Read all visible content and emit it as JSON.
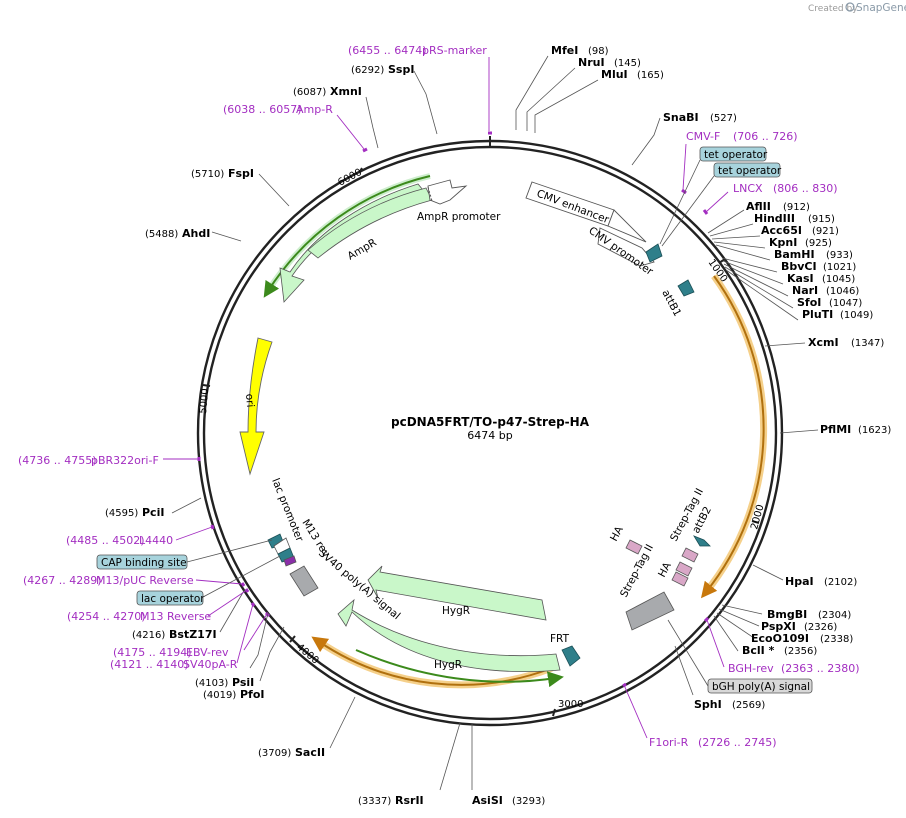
{
  "credit": {
    "prefix": "Created by",
    "brand": "SnapGene"
  },
  "plasmid": {
    "name": "pcDNA5FRT/TO-p47-Strep-HA",
    "length": "6474 bp"
  },
  "ticks": [
    "1000",
    "2000",
    "3000",
    "4000",
    "5000",
    "6000"
  ],
  "sites": [
    {
      "name": "MfeI",
      "pos": "(98)"
    },
    {
      "name": "NruI",
      "pos": "(145)"
    },
    {
      "name": "MluI",
      "pos": "(165)"
    },
    {
      "name": "SnaBI",
      "pos": "(527)"
    },
    {
      "name": "AflII",
      "pos": "(912)"
    },
    {
      "name": "HindIII",
      "pos": "(915)"
    },
    {
      "name": "Acc65I",
      "pos": "(921)"
    },
    {
      "name": "KpnI",
      "pos": "(925)"
    },
    {
      "name": "BamHI",
      "pos": "(933)"
    },
    {
      "name": "BbvCI",
      "pos": "(1021)"
    },
    {
      "name": "KasI",
      "pos": "(1045)"
    },
    {
      "name": "NarI",
      "pos": "(1046)"
    },
    {
      "name": "SfoI",
      "pos": "(1047)"
    },
    {
      "name": "PluTI",
      "pos": "(1049)"
    },
    {
      "name": "XcmI",
      "pos": "(1347)"
    },
    {
      "name": "PflMI",
      "pos": "(1623)"
    },
    {
      "name": "HpaI",
      "pos": "(2102)"
    },
    {
      "name": "BmgBI",
      "pos": "(2304)"
    },
    {
      "name": "PspXI",
      "pos": "(2326)"
    },
    {
      "name": "EcoO109I",
      "pos": "(2338)"
    },
    {
      "name": "BclI *",
      "pos": "(2356)"
    },
    {
      "name": "SphI",
      "pos": "(2569)"
    },
    {
      "name": "AsiSI",
      "pos": "(3293)"
    },
    {
      "name": "RsrII",
      "pos": "(3337)"
    },
    {
      "name": "SacII",
      "pos": "(3709)"
    },
    {
      "name": "PfoI",
      "pos": "(4019)"
    },
    {
      "name": "PsiI",
      "pos": "(4103)"
    },
    {
      "name": "BstZ17I",
      "pos": "(4216)"
    },
    {
      "name": "PciI",
      "pos": "(4595)"
    },
    {
      "name": "AhdI",
      "pos": "(5488)"
    },
    {
      "name": "FspI",
      "pos": "(5710)"
    },
    {
      "name": "XmnI",
      "pos": "(6087)"
    },
    {
      "name": "SspI",
      "pos": "(6292)"
    }
  ],
  "primers": [
    {
      "name": "pRS-marker",
      "range": "(6455 .. 6474)"
    },
    {
      "name": "Amp-R",
      "range": "(6038 .. 6057)"
    },
    {
      "name": "CMV-F",
      "range": "(706 .. 726)"
    },
    {
      "name": "LNCX",
      "range": "(806 .. 830)"
    },
    {
      "name": "BGH-rev",
      "range": "(2363 .. 2380)"
    },
    {
      "name": "F1ori-R",
      "range": "(2726 .. 2745)"
    },
    {
      "name": "pBR322ori-F",
      "range": "(4736 .. 4755)"
    },
    {
      "name": "L4440",
      "range": "(4485 .. 4502)"
    },
    {
      "name": "M13/pUC Reverse",
      "range": "(4267 .. 4289)"
    },
    {
      "name": "M13 Reverse",
      "range": "(4254 .. 4270)"
    },
    {
      "name": "EBV-rev",
      "range": "(4175 .. 4194)"
    },
    {
      "name": "SV40pA-R",
      "range": "(4121 .. 4140)"
    }
  ],
  "boxes": {
    "tet_operator_1": "tet operator",
    "tet_operator_2": "tet operator",
    "cap_binding_site": "CAP binding site",
    "lac_operator": "lac operator",
    "bgh_polya": "bGH poly(A) signal"
  },
  "features": {
    "cmv_enhancer": "CMV enhancer",
    "cmv_promoter": "CMV promoter",
    "attb1": "attB1",
    "ampr_promoter": "AmpR promoter",
    "ampr": "AmpR",
    "ori": "ori",
    "ha_1": "HA",
    "strep_tag_1": "Strep-Tag II",
    "attb2": "attB2",
    "ha_2": "HA",
    "strep_tag_2": "Strep-Tag II",
    "hygr_1": "HygR",
    "hygr_2": "HygR",
    "frt": "FRT",
    "lac_promoter": "lac promoter",
    "m13_rev": "M13 rev",
    "sv40_polya": "SV40 poly(A) signal"
  },
  "colors": {
    "backbone": "#222222",
    "primer": "#a32ec1",
    "orf_line": "#3c8a1c",
    "orf_fill": "#c9f7c9",
    "orf_highlight": "#f5d08a",
    "ori": "#ffff00",
    "teal": "#2f7f8a",
    "box_fill": "#a7d3dc",
    "gray_box": "#d8d8d8",
    "pink": "#d9a7c7",
    "polya": "#a8aaad"
  }
}
